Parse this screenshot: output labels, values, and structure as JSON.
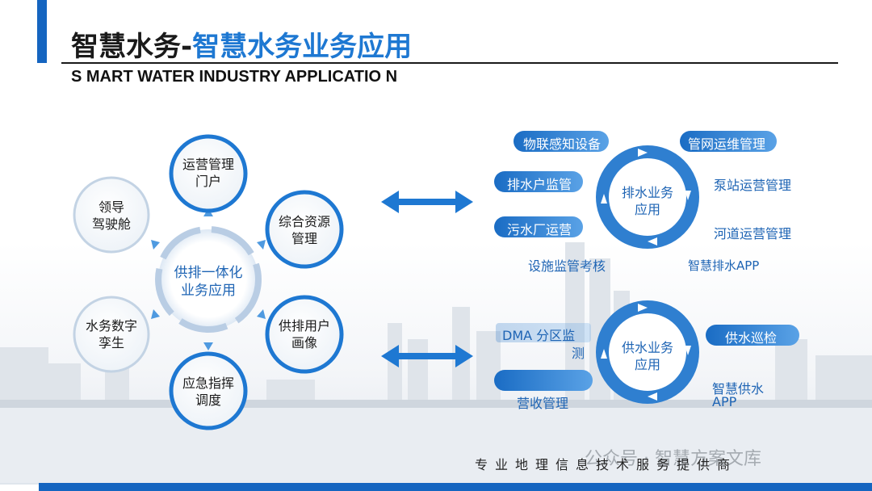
{
  "title": {
    "part1": "智慧水务-",
    "part2": "智慧水务业务应用"
  },
  "subtitle": "S MART WATER INDUSTRY APPLICATIO N",
  "center": {
    "line1": "供排一体化",
    "line2": "业务应用"
  },
  "satellites": [
    {
      "id": "portal",
      "line1": "运营管理",
      "line2": "门户"
    },
    {
      "id": "resource",
      "line1": "综合资源",
      "line2": "管理"
    },
    {
      "id": "user",
      "line1": "供排用户",
      "line2": "画像"
    },
    {
      "id": "emergency",
      "line1": "应急指挥",
      "line2": "调度"
    },
    {
      "id": "twin",
      "line1": "水务数字",
      "line2": "孪生"
    },
    {
      "id": "cockpit",
      "line1": "领导",
      "line2": "驾驶舱"
    }
  ],
  "drainage": {
    "hub": {
      "line1": "排水业务",
      "line2": "应用"
    },
    "items": [
      "物联感知设备",
      "管网运维管理",
      "排水户监管",
      "泵站运营管理",
      "污水厂运营",
      "河道运营管理",
      "设施监管考核",
      "智慧排水APP"
    ]
  },
  "supply": {
    "hub": {
      "line1": "供水业务",
      "line2": "应用"
    },
    "items": [
      "DMA 分区监",
      "测",
      "供水巡检",
      "营收管理",
      "智慧供水",
      "APP"
    ]
  },
  "footer": "专业地理信息技术服务提供商",
  "watermark": "公众号 · 智慧方案文库",
  "colors": {
    "primary": "#1565c0",
    "accent": "#1e78d2",
    "hub": "#2f7fd0"
  }
}
